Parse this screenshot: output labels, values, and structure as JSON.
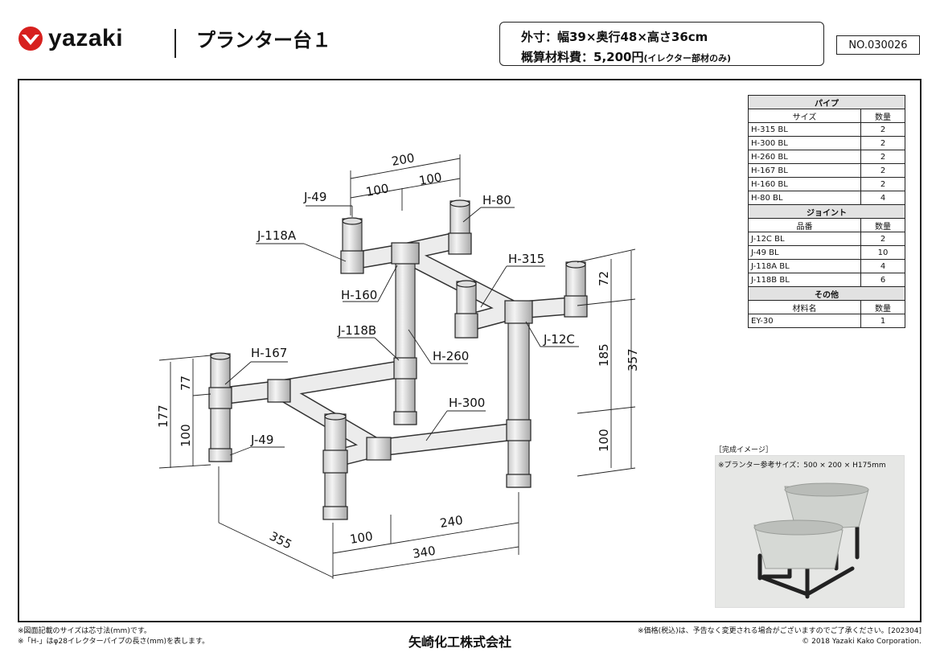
{
  "brand": {
    "name": "yazaki"
  },
  "title": "プランター台１",
  "spec": {
    "line1": "外寸：幅39×奥行48×高さ36cm",
    "line2_main": "概算材料費：5,200円",
    "line2_note": "(イレクター部材のみ)"
  },
  "part_number": "NO.030026",
  "bom": {
    "pipe": {
      "title": "パイプ",
      "col1": "サイズ",
      "col2": "数量",
      "rows": [
        [
          "H-315 BL",
          "2"
        ],
        [
          "H-300 BL",
          "2"
        ],
        [
          "H-260 BL",
          "2"
        ],
        [
          "H-167 BL",
          "2"
        ],
        [
          "H-160 BL",
          "2"
        ],
        [
          "H-80 BL",
          "4"
        ]
      ]
    },
    "joint": {
      "title": "ジョイント",
      "col1": "品番",
      "col2": "数量",
      "rows": [
        [
          "J-12C BL",
          "2"
        ],
        [
          "J-49 BL",
          "10"
        ],
        [
          "J-118A BL",
          "4"
        ],
        [
          "J-118B BL",
          "6"
        ]
      ]
    },
    "other": {
      "title": "その他",
      "col1": "材料名",
      "col2": "数量",
      "rows": [
        [
          "EY-30",
          "1"
        ]
      ]
    }
  },
  "photo": {
    "caption": "［完成イメージ］",
    "subtitle": "※プランター参考サイズ：500 × 200 × H175mm"
  },
  "diagram": {
    "parts": {
      "j49_top": "J-49",
      "h80": "H-80",
      "j118a": "J-118A",
      "h160": "H-160",
      "h315": "H-315",
      "j12c": "J-12C",
      "j118b": "J-118B",
      "h260": "H-260",
      "h167": "H-167",
      "j49_bottom": "J-49",
      "h300": "H-300"
    },
    "dims": {
      "top_200": "200",
      "top_100a": "100",
      "top_100b": "100",
      "right_72": "72",
      "right_185": "185",
      "right_357": "357",
      "right_100": "100",
      "left_77": "77",
      "left_177": "177",
      "left_100": "100",
      "bot_355": "355",
      "bot_100": "100",
      "bot_240": "240",
      "bot_340": "340"
    }
  },
  "footer": {
    "note1": "※図面記載のサイズは芯寸法(mm)です。",
    "note2": "※「H-」はφ28イレクターパイプの長さ(mm)を表します。",
    "company": "矢崎化工株式会社",
    "price_note": "※価格(税込)は、予告なく変更される場合がございますのでご了承ください。[202304]",
    "copyright": "© 2018 Yazaki Kako  Corporation."
  }
}
